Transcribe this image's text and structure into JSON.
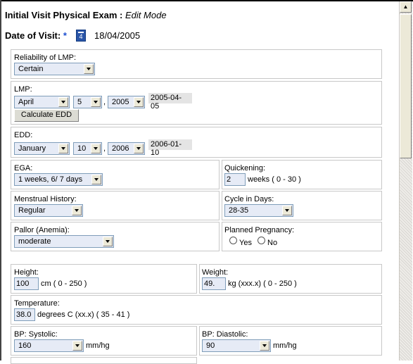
{
  "header": {
    "title": "Initial Visit Physical Exam :",
    "mode": "Edit Mode",
    "date_label": "Date of Visit:",
    "required_mark": "*",
    "calendar_icon_text": "4",
    "date_value": "18/04/2005"
  },
  "lmp_reliability": {
    "label": "Reliability of LMP:",
    "value": "Certain"
  },
  "lmp": {
    "label": "LMP:",
    "month": "April",
    "day": "5",
    "year": "2005",
    "comma": ",",
    "computed": "2005-04-05",
    "button": "Calculate EDD"
  },
  "edd": {
    "label": "EDD:",
    "month": "January",
    "day": "10",
    "year": "2006",
    "comma": ",",
    "computed": "2006-01-10"
  },
  "ega": {
    "label": "EGA:",
    "value": "1 weeks, 6/ 7 days"
  },
  "quickening": {
    "label": "Quickening:",
    "value": "2",
    "unit": "weeks ( 0 - 30 )"
  },
  "menstrual_history": {
    "label": "Menstrual History:",
    "value": "Regular"
  },
  "cycle_days": {
    "label": "Cycle in Days:",
    "value": "28-35"
  },
  "pallor": {
    "label": "Pallor (Anemia):",
    "value": "moderate"
  },
  "planned_pregnancy": {
    "label": "Planned Pregnancy:",
    "yes": "Yes",
    "no": "No"
  },
  "height": {
    "label": "Height:",
    "value": "100",
    "unit": "cm ( 0 - 250 )"
  },
  "weight": {
    "label": "Weight:",
    "value": "49.",
    "unit": "kg (xxx.x) ( 0 - 250 )"
  },
  "temperature": {
    "label": "Temperature:",
    "value": "38.0",
    "unit": "degrees C (xx.x) ( 35 - 41 )"
  },
  "bp_systolic": {
    "label": "BP: Systolic:",
    "value": "160",
    "unit": "mm/hg"
  },
  "bp_diastolic": {
    "label": "BP: Diastolic:",
    "value": "90",
    "unit": "mm/hg"
  }
}
